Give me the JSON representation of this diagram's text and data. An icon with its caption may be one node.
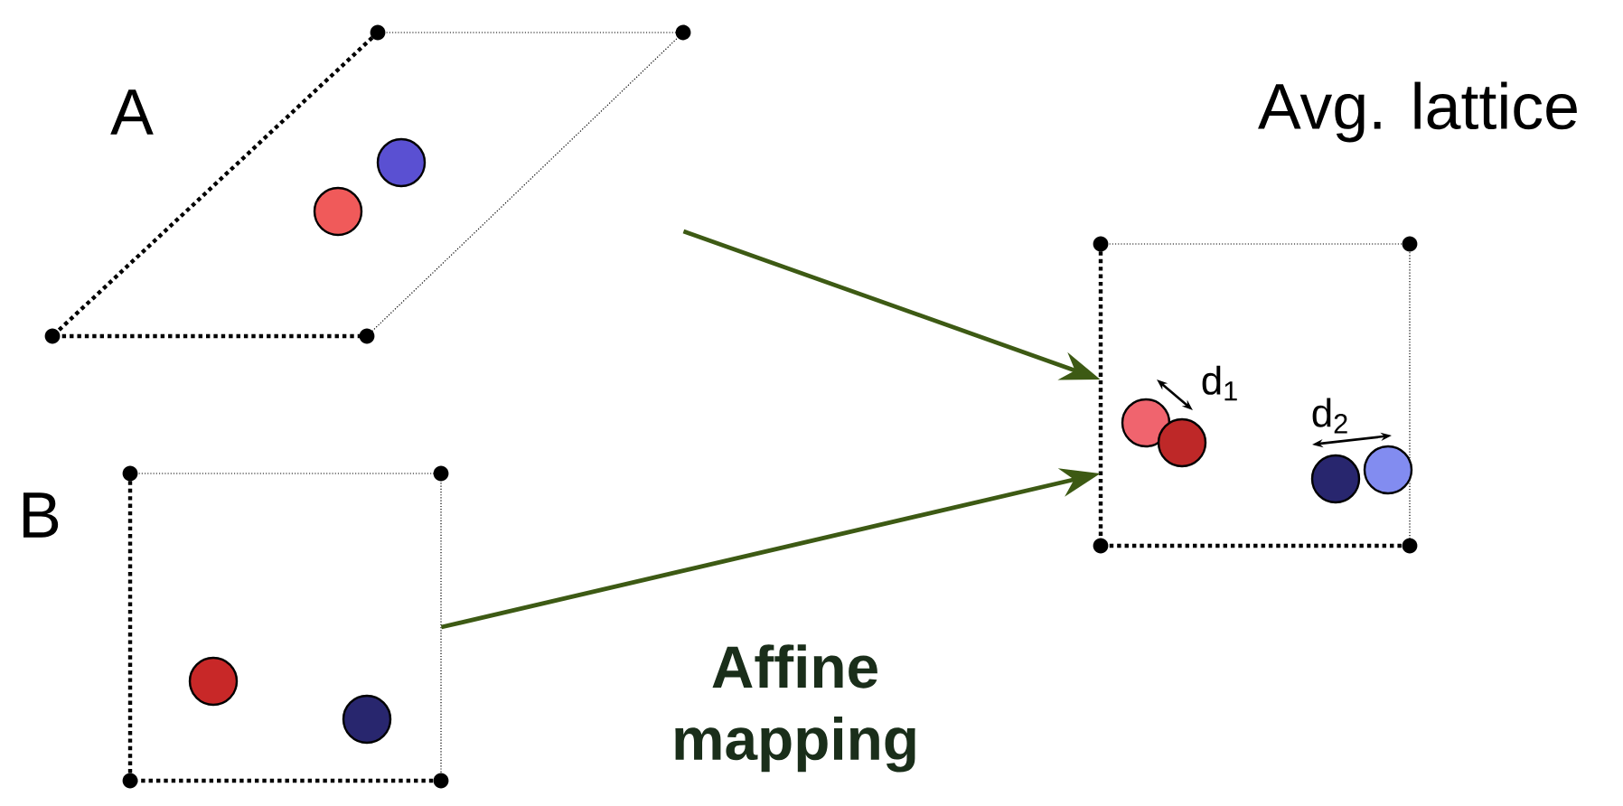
{
  "diagram": {
    "nodes": [
      {
        "text": [
          "A"
        ]
      },
      {
        "text": [
          "B"
        ]
      },
      {
        "text": [
          "Avg. lattice"
        ]
      }
    ],
    "edges": [
      {
        "from": 0,
        "to": 2,
        "arrow": "to"
      },
      {
        "from": 1,
        "to": 2,
        "arrow": "to"
      }
    ],
    "labels": [
      "d$_{1}$",
      "d$_{2}$",
      "Affine mapping"
    ]
  }
}
